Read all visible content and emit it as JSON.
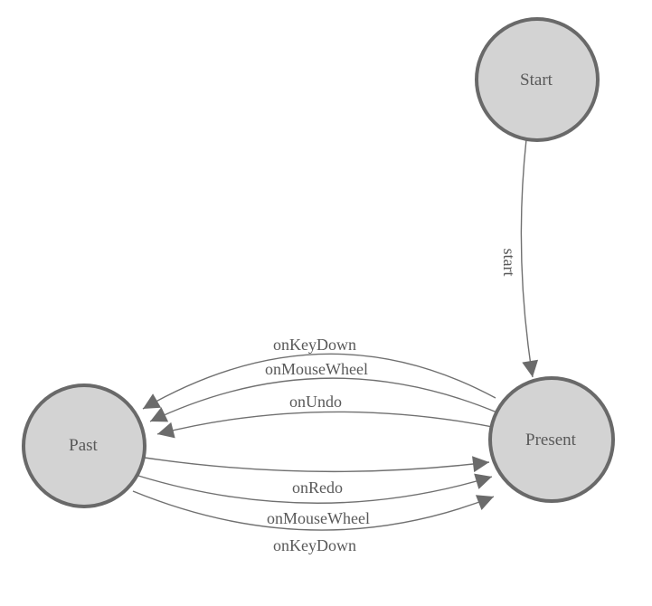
{
  "page": {
    "background_color": "#ffffff",
    "kind": "state-machine-diagram"
  },
  "colors": {
    "node_fill": "#d3d3d3",
    "node_stroke": "#696969",
    "edge_line": "#707070",
    "arrowhead": "#6b6b6b",
    "text": "#595959"
  },
  "diagram": {
    "nodes": [
      {
        "id": "start",
        "label": "Start"
      },
      {
        "id": "past",
        "label": "Past"
      },
      {
        "id": "present",
        "label": "Present"
      }
    ],
    "edges": [
      {
        "id": "start-to-present",
        "from": "Start",
        "to": "Present",
        "label": "start"
      },
      {
        "id": "present-to-past-keydown",
        "from": "Present",
        "to": "Past",
        "label": "onKeyDown"
      },
      {
        "id": "present-to-past-mousewheel",
        "from": "Present",
        "to": "Past",
        "label": "onMouseWheel"
      },
      {
        "id": "present-to-past-undo",
        "from": "Present",
        "to": "Past",
        "label": "onUndo"
      },
      {
        "id": "past-to-present-redo",
        "from": "Past",
        "to": "Present",
        "label": "onRedo"
      },
      {
        "id": "past-to-present-mousewheel",
        "from": "Past",
        "to": "Present",
        "label": "onMouseWheel"
      },
      {
        "id": "past-to-present-keydown",
        "from": "Past",
        "to": "Present",
        "label": "onKeyDown"
      }
    ]
  }
}
